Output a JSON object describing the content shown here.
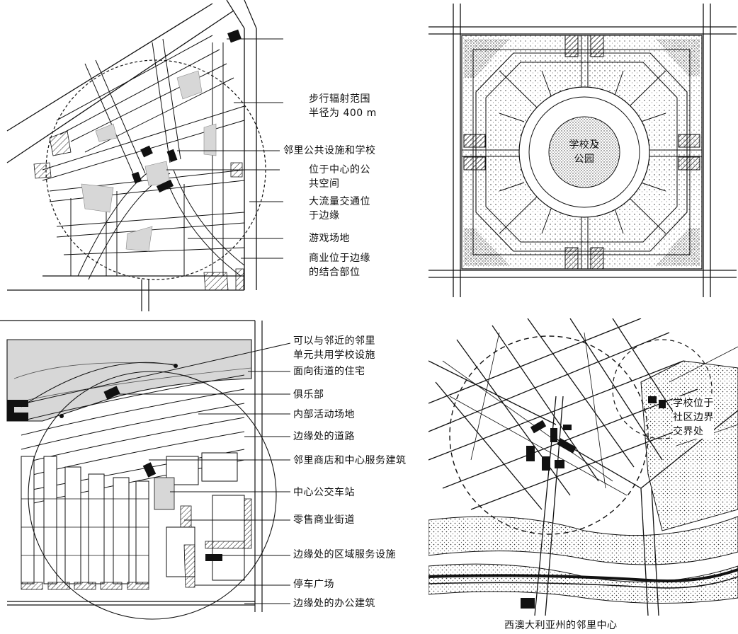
{
  "panel_tl": {
    "labels": [
      "步行辐射范围\n半径为 400 m",
      "邻里公共设施和学校",
      "位于中心的公\n共空间",
      "大流量交通位\n于边缘",
      "游戏场地",
      "商业位于边缘\n的结合部位"
    ]
  },
  "panel_tr": {
    "center_label": "学校及\n公园"
  },
  "panel_bl": {
    "labels": [
      "可以与邻近的邻里\n单元共用学校设施",
      "面向街道的住宅",
      "俱乐部",
      "内部活动场地",
      "边缘处的道路",
      "邻里商店和中心服务建筑",
      "中心公交车站",
      "零售商业街道",
      "边缘处的区域服务设施",
      "停车广场",
      "边缘处的办公建筑"
    ]
  },
  "panel_br": {
    "label": "学校位于\n社区边界\n交界处",
    "caption": "西澳大利亚州的邻里中心"
  },
  "colors": {
    "ink": "#111111",
    "fill_gray": "#d7d7d7",
    "paper": "#ffffff"
  }
}
